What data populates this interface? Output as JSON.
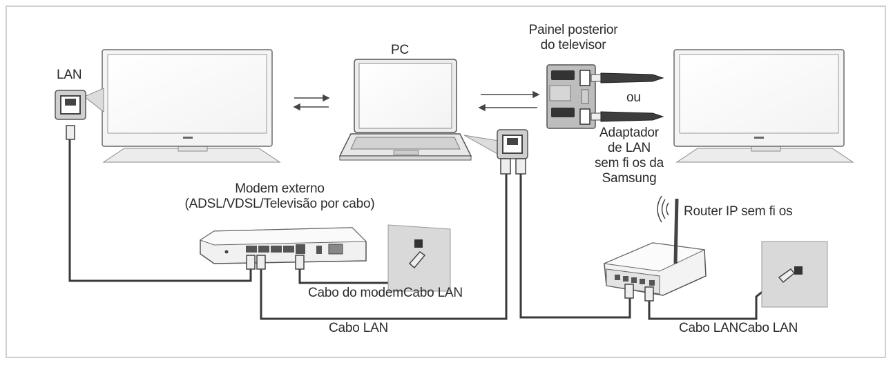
{
  "labels": {
    "lan_port": "LAN",
    "pc": "PC",
    "tv_rear_panel_line1": "Painel posterior",
    "tv_rear_panel_line2": "do televisor",
    "or_text": "ou",
    "adapter_line1": "Adaptador",
    "adapter_line2": "de LAN",
    "adapter_line3": "sem fi os da",
    "adapter_line4": "Samsung",
    "modem_line1": "Modem externo",
    "modem_line2": "(ADSL/VDSL/Televisão por cabo)",
    "router": "Router IP sem fi os",
    "modem_cable": "Cabo do modem",
    "lan_cable_1": "Cabo LAN",
    "lan_cable_2": "Cabo LAN",
    "lan_cable_3": "Cabo LAN",
    "lan_cable_4": "Cabo LAN"
  },
  "colors": {
    "line": "#3a3a3a",
    "device_fill": "#f2f2f2",
    "device_stroke": "#555555",
    "frame": "#cfcfcf"
  },
  "icons": [
    "television-icon",
    "laptop-icon",
    "lan-port-icon",
    "modem-icon",
    "router-icon",
    "wall-outlet-icon",
    "usb-adapter-icon",
    "wireless-signal-icon",
    "bidirectional-arrow-icon"
  ]
}
